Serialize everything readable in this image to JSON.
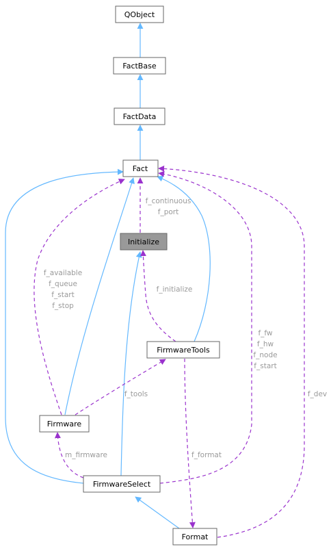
{
  "colors": {
    "inheritance": "#63b8ff",
    "usage": "#9a32cd",
    "node_border": "#666666",
    "highlight_fill": "#999999",
    "edge_label": "#9a9a9a"
  },
  "nodes": {
    "qobject": "QObject",
    "factbase": "FactBase",
    "factdata": "FactData",
    "fact": "Fact",
    "initialize": "Initialize",
    "firmwaretools": "FirmwareTools",
    "firmware": "Firmware",
    "firmwareselect": "FirmwareSelect",
    "format": "Format"
  },
  "edge_labels": {
    "continuous": "f_continuous",
    "port": "f_port",
    "available": "f_available",
    "queue": "f_queue",
    "start": "f_start",
    "stop": "f_stop",
    "initialize": "f_initialize",
    "fw": "f_fw",
    "hw": "f_hw",
    "node": "f_node",
    "start2": "f_start",
    "tools": "f_tools",
    "dev": "f_dev",
    "m_firmware": "m_firmware",
    "format": "f_format"
  }
}
